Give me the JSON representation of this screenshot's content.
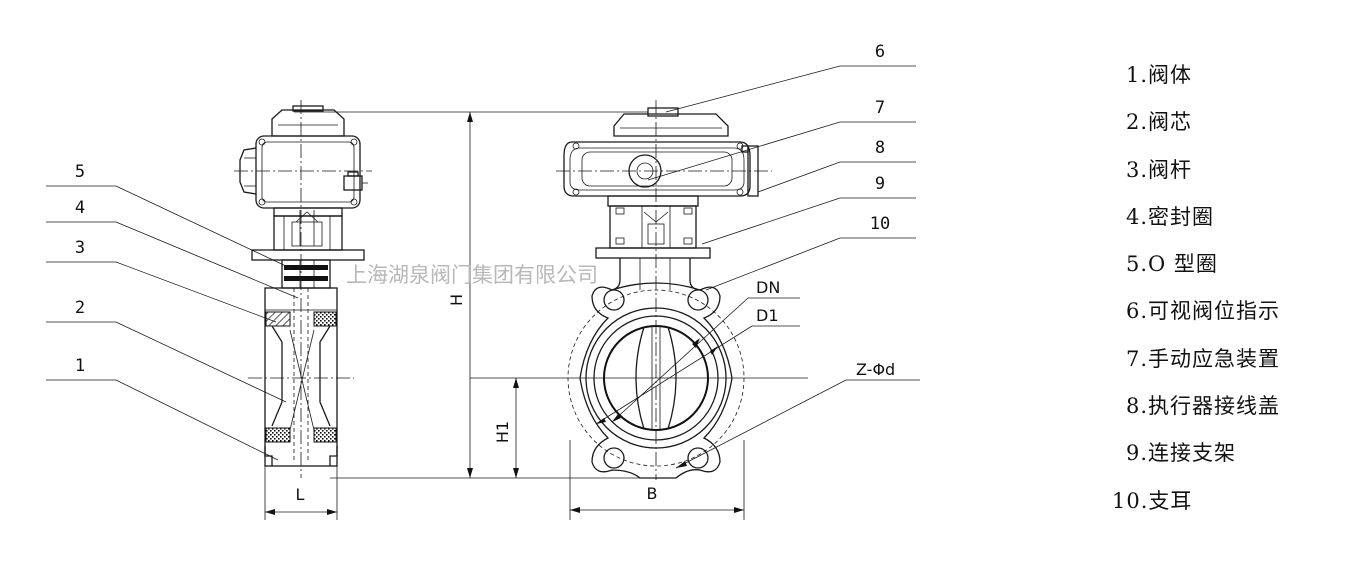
{
  "watermark": "上海湖泉阀门集团有限公司",
  "callouts": [
    "1",
    "2",
    "3",
    "4",
    "5",
    "6",
    "7",
    "8",
    "9",
    "10"
  ],
  "dimensions": {
    "H": "H",
    "H1": "H1",
    "L": "L",
    "B": "B",
    "DN": "DN",
    "D1": "D1",
    "bolt_holes": "Z-Φd"
  },
  "legend": [
    "1.阀体",
    "2.阀芯",
    "3.阀杆",
    "4.密封圈",
    "5.O 型圈",
    "6.可视阀位指示",
    "7.手动应急装置",
    "8.执行器接线盖",
    "9.连接支架",
    "10.支耳"
  ]
}
